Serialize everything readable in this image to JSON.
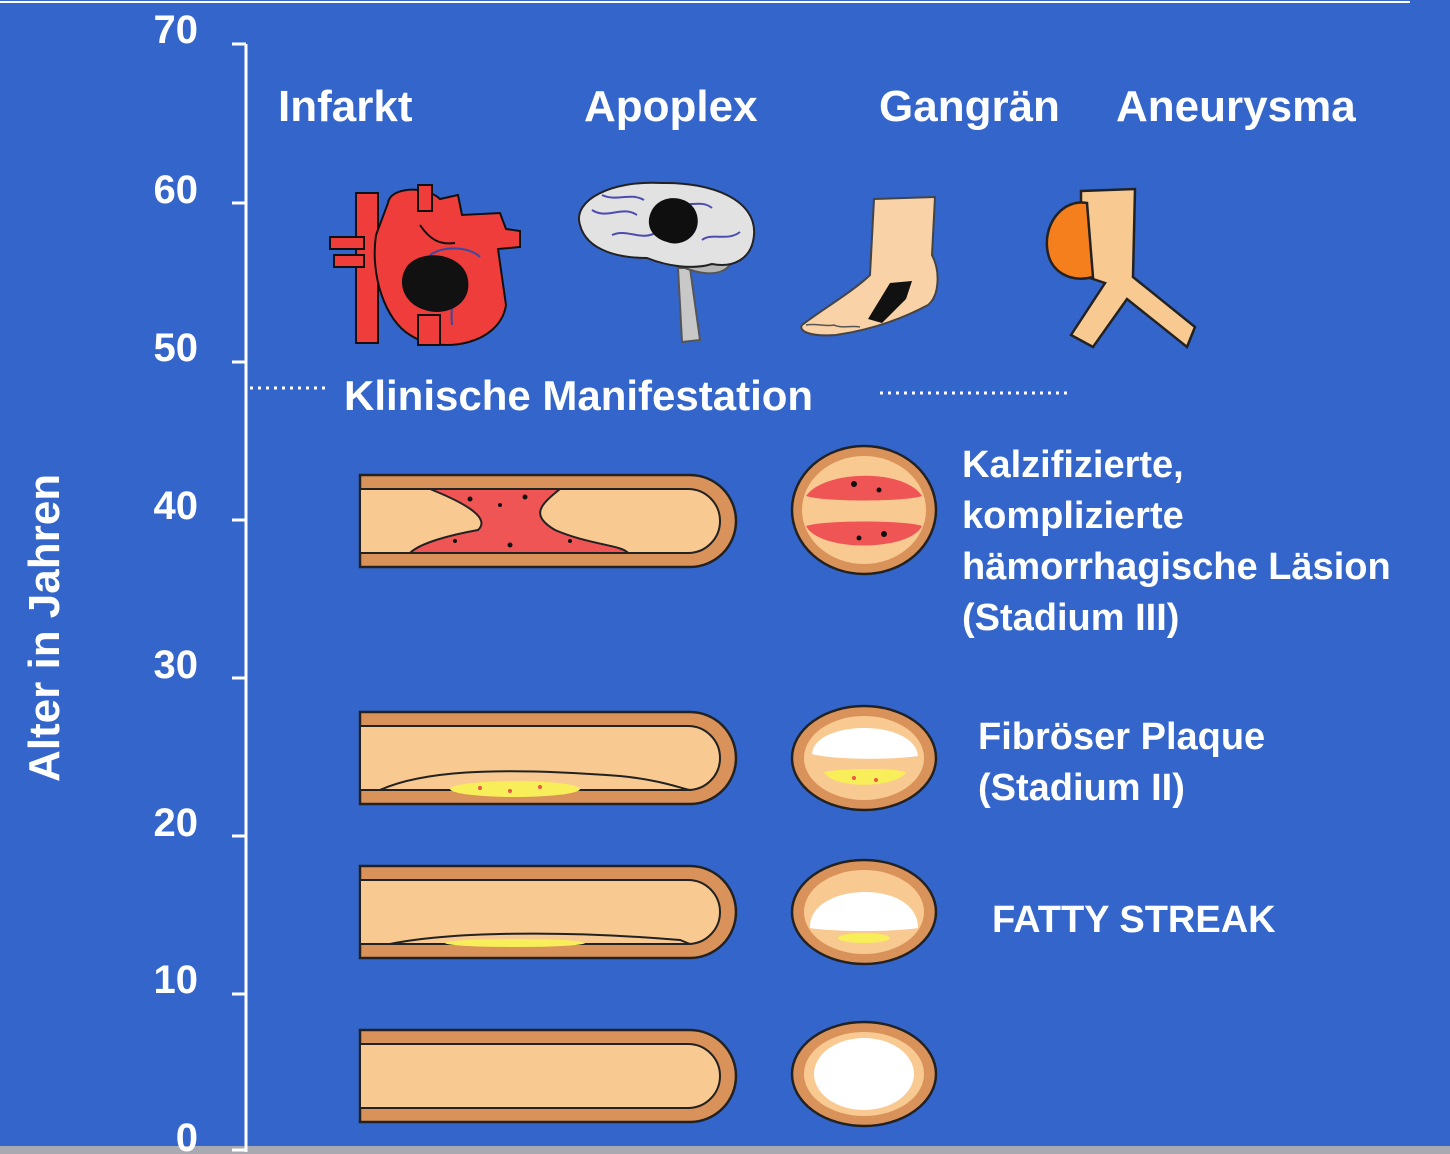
{
  "axis": {
    "title": "Alter in Jahren",
    "ticks": [
      "0",
      "10",
      "20",
      "30",
      "40",
      "50",
      "60",
      "70"
    ]
  },
  "conditions": [
    "Infarkt",
    "Apoplex",
    "Gangrän",
    "Aneurysma"
  ],
  "manifestation_label": "Klinische Manifestation",
  "stages": {
    "lesion": "Kalzifizierte,\nkomplizierte\nhämorrhagische Läsion\n(Stadium III)",
    "plaque": "Fibröser Plaque\n(Stadium II)",
    "streak": "FATTY STREAK"
  },
  "colors": {
    "background": "#3465cb",
    "vessel_wall": "#d9925a",
    "vessel_lumen": "#f9c992",
    "lesion_red": "#f05555",
    "lipid_yellow": "#f8ee5a",
    "heart_red": "#ee3d3a",
    "aneurysm_orange": "#f57f1c"
  }
}
